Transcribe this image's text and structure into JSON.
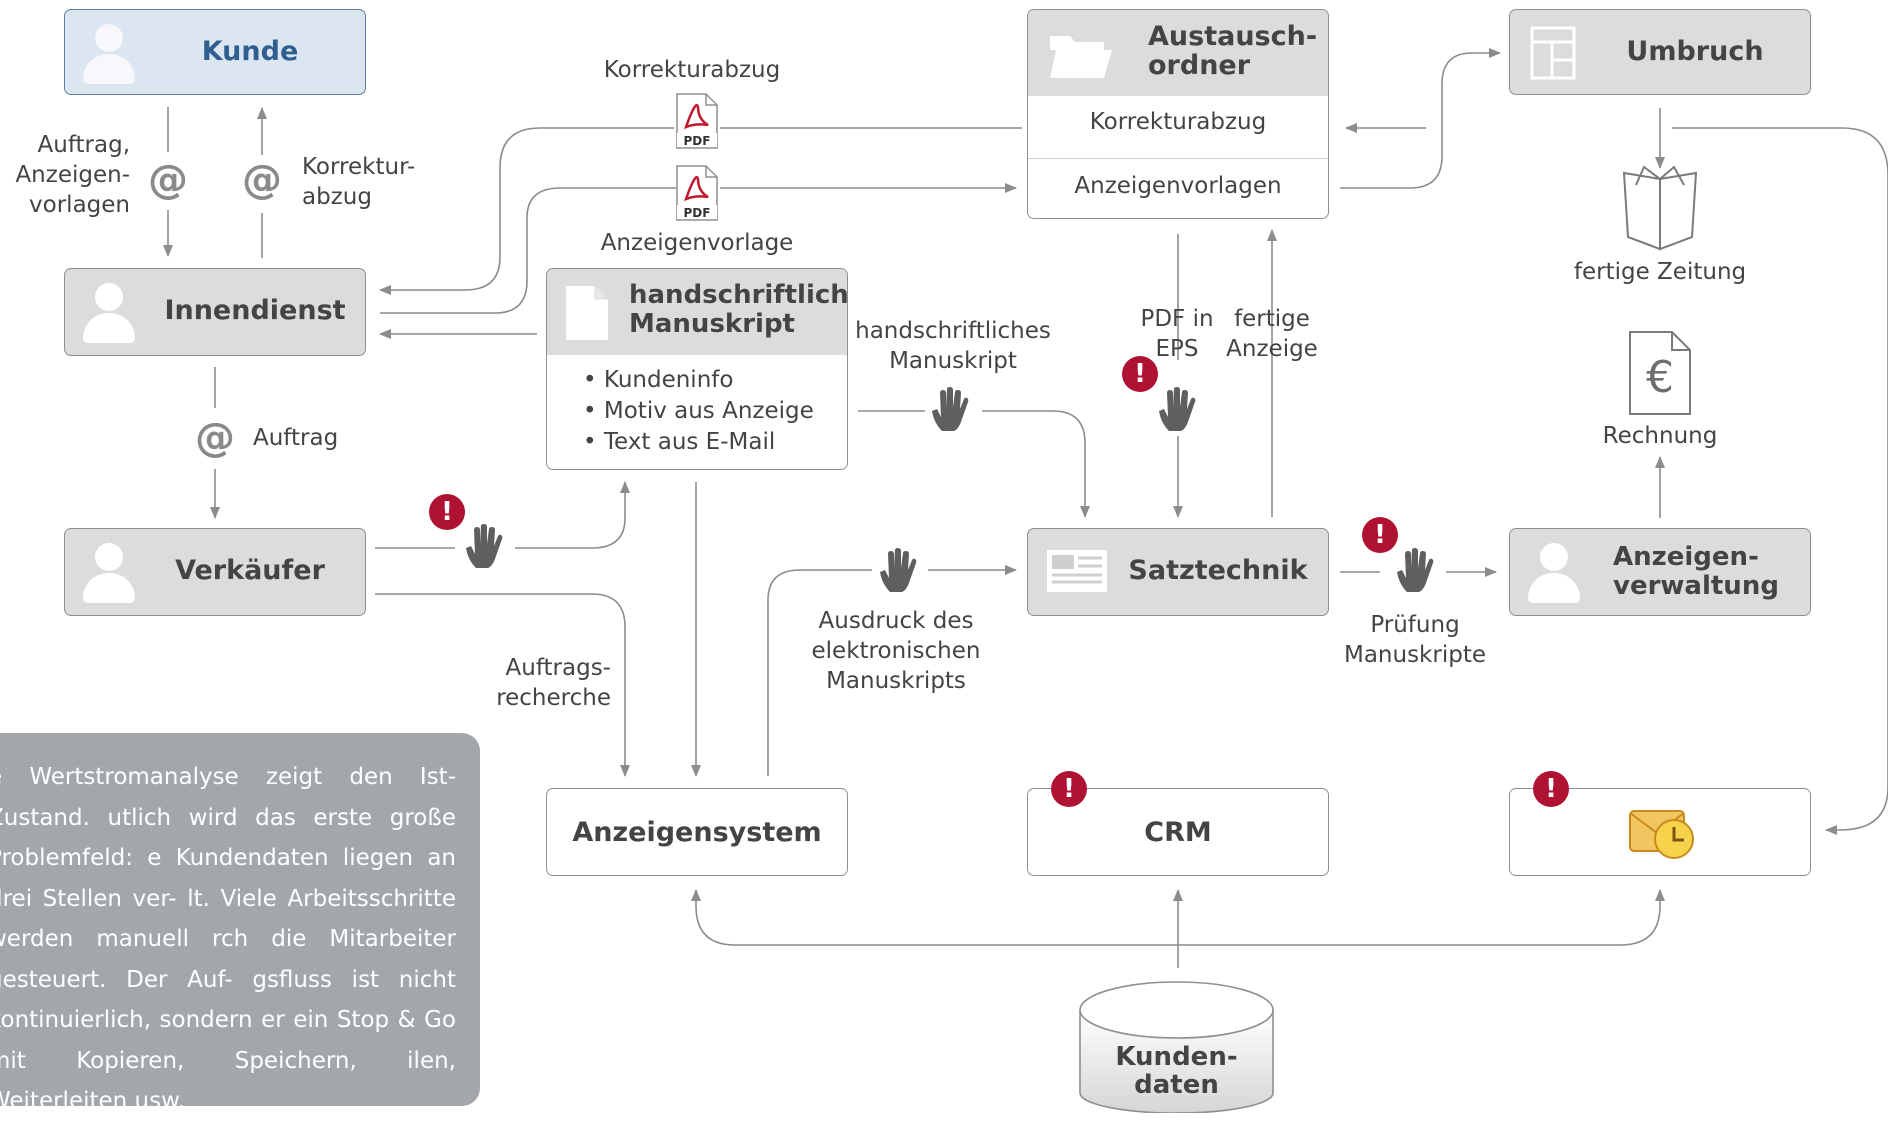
{
  "boxes": {
    "kunde": "Kunde",
    "innendienst": "Innendienst",
    "verkaeufer": "Verkäufer",
    "manuskript_title": "handschriftliches\nManuskript",
    "manuskript_bullets": [
      "Kundeninfo",
      "Motiv aus Anzeige",
      "Text aus E-Mail"
    ],
    "austausch_title": "Austausch-\nordner",
    "austausch_rows": [
      "Korrekturabzug",
      "Anzeigenvorlagen"
    ],
    "umbruch": "Umbruch",
    "satztechnik": "Satztechnik",
    "anzeigenverwaltung": "Anzeigen-\nverwaltung",
    "anzeigensystem": "Anzeigensystem",
    "crm": "CRM",
    "kundendaten": "Kunden-\ndaten"
  },
  "labels": {
    "auftrag_vorlagen": "Auftrag,\nAnzeigen-\nvorlagen",
    "korrektur_abzug": "Korrektur-\nabzug",
    "korrekturabzug": "Korrekturabzug",
    "anzeigenvorlage": "Anzeigenvorlage",
    "auftrag": "Auftrag",
    "hs_manuskript": "handschriftliches\nManuskript",
    "pdf_eps": "PDF in\nEPS",
    "fertige_anzeige": "fertige\nAnzeige",
    "fertige_zeitung": "fertige Zeitung",
    "rechnung": "Rechnung",
    "pruefung": "Prüfung\nManuskripte",
    "ausdruck": "Ausdruck des\nelektronischen\nManuskripts",
    "auftragsrecherche": "Auftrags-\nrecherche"
  },
  "symbols": {
    "at": "@",
    "warning": "!",
    "pdf": "PDF",
    "euro": "€"
  },
  "note": "e Wertstromanalyse zeigt den Ist-Zustand. utlich wird das erste große Problemfeld: e Kundendaten liegen an drei Stellen ver- lt. Viele Arbeitsschritte werden manuell rch die Mitarbeiter gesteuert. Der Auf- gsfluss ist nicht kontinuierlich, sondern er ein Stop & Go mit Kopieren, Speichern, ilen, Weiterleiten usw.",
  "icons": [
    "person-icon",
    "folder-icon",
    "layout-icon",
    "document-icon",
    "newspaper-icon",
    "pdf-icon",
    "hand-icon",
    "at-icon",
    "warning-icon",
    "euro-invoice-icon",
    "outlook-icon",
    "database-icon"
  ],
  "colors": {
    "box_fill": "#dcdcdc",
    "box_border": "#8f8f8f",
    "kunde_fill": "#dbe6f1",
    "kunde_text": "#2f5f91",
    "warning": "#b01234",
    "note_bg": "#a2a7ac",
    "arrow": "#8c8c8c"
  }
}
